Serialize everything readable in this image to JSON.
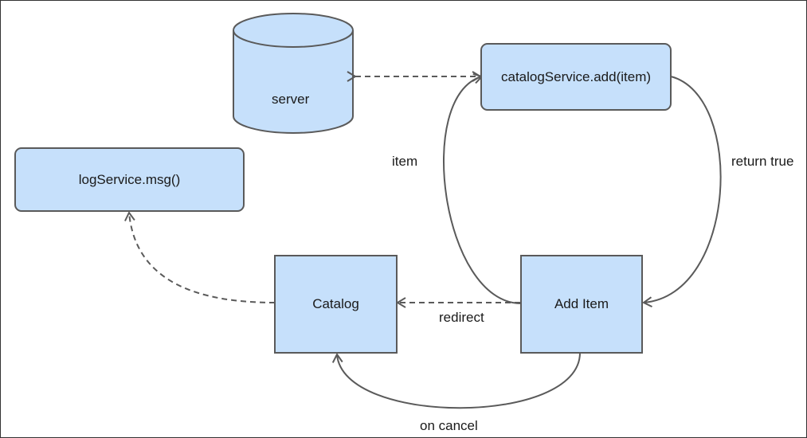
{
  "colors": {
    "node_fill": "#c6e0fb",
    "node_border": "#5a5a5a",
    "edge": "#5a5a5a"
  },
  "nodes": {
    "server": "server",
    "catalog_service": "catalogService.add(item)",
    "log_service": "logService.msg()",
    "catalog": "Catalog",
    "add_item": "Add Item"
  },
  "edges": {
    "item": "item",
    "return_true": "return true",
    "redirect": "redirect",
    "on_cancel": "on cancel"
  }
}
